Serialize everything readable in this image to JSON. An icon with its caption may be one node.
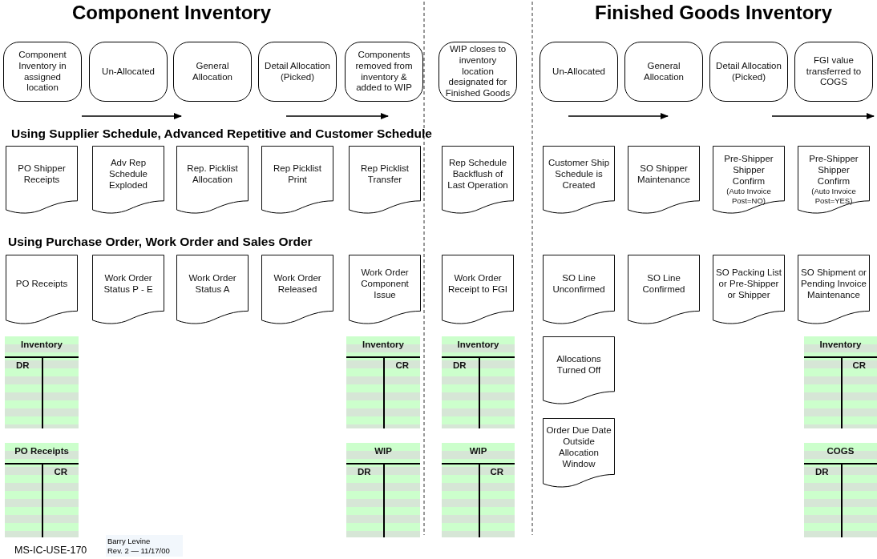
{
  "diagram": {
    "nodes": [
      {
        "text": [
          "Component Inventory in assigned location"
        ]
      },
      {
        "text": [
          "Un-Allocated"
        ]
      },
      {
        "text": [
          "General Allocation"
        ]
      },
      {
        "text": [
          "Detail Allocation (Picked)"
        ]
      },
      {
        "text": [
          "Components removed from inventory & added to WIP"
        ]
      },
      {
        "text": [
          "WIP closes to inventory location designated for Finished Goods"
        ]
      },
      {
        "text": [
          "Un-Allocated"
        ]
      },
      {
        "text": [
          "General Allocation"
        ]
      },
      {
        "text": [
          "Detail Allocation (Picked)"
        ]
      },
      {
        "text": [
          "FGI value transferred to COGS"
        ]
      },
      {
        "text": [
          "PO Shipper Receipts"
        ]
      },
      {
        "text": [
          "Adv Rep Schedule Exploded"
        ]
      },
      {
        "text": [
          "Rep. Picklist Allocation"
        ]
      },
      {
        "text": [
          "Rep Picklist Print"
        ]
      },
      {
        "text": [
          "Rep Picklist Transfer"
        ]
      },
      {
        "text": [
          "Rep Schedule Backflush of Last Operation"
        ]
      },
      {
        "text": [
          "Customer Ship Schedule is Created"
        ]
      },
      {
        "text": [
          "SO Shipper Maintenance"
        ]
      },
      {
        "text": [
          "Pre-Shipper Shipper Confirm",
          "(Auto Invoice Post=NO)"
        ]
      },
      {
        "text": [
          "Pre-Shipper Shipper Confirm",
          "(Auto Invoice Post=YES)"
        ]
      },
      {
        "text": [
          "PO Receipts"
        ]
      },
      {
        "text": [
          "Work Order Status P - E"
        ]
      },
      {
        "text": [
          "Work Order Status A"
        ]
      },
      {
        "text": [
          "Work Order Released"
        ]
      },
      {
        "text": [
          "Work Order Component Issue"
        ]
      },
      {
        "text": [
          "Work Order Receipt to FGI"
        ]
      },
      {
        "text": [
          "SO Line Unconfirmed"
        ]
      },
      {
        "text": [
          "SO Line Confirmed"
        ]
      },
      {
        "text": [
          "SO Packing List or Pre-Shipper or Shipper"
        ]
      },
      {
        "text": [
          "SO Shipment or Pending Invoice Maintenance"
        ]
      },
      {
        "text": [
          "Inventory",
          "DR"
        ]
      },
      {
        "text": [
          "Inventory",
          "CR"
        ]
      },
      {
        "text": [
          "Inventory",
          "DR"
        ]
      },
      {
        "text": [
          "Allocations Turned Off"
        ]
      },
      {
        "text": [
          "Inventory",
          "CR"
        ]
      },
      {
        "text": [
          "PO Receipts",
          "CR"
        ]
      },
      {
        "text": [
          "WIP",
          "DR"
        ]
      },
      {
        "text": [
          "WIP",
          "CR"
        ]
      },
      {
        "text": [
          "Order Due Date Outside Allocation Window"
        ]
      },
      {
        "text": [
          "COGS",
          "DR"
        ]
      }
    ],
    "labels": [
      "Component Inventory",
      "Finished Goods Inventory",
      "Using Supplier Schedule, Advanced Repetitive and Customer Schedule",
      "Using Purchase Order, Work Order and Sales Order",
      "MS-IC-USE-170",
      "Barry Levine",
      "Rev. 2 — 11/17/00"
    ]
  }
}
